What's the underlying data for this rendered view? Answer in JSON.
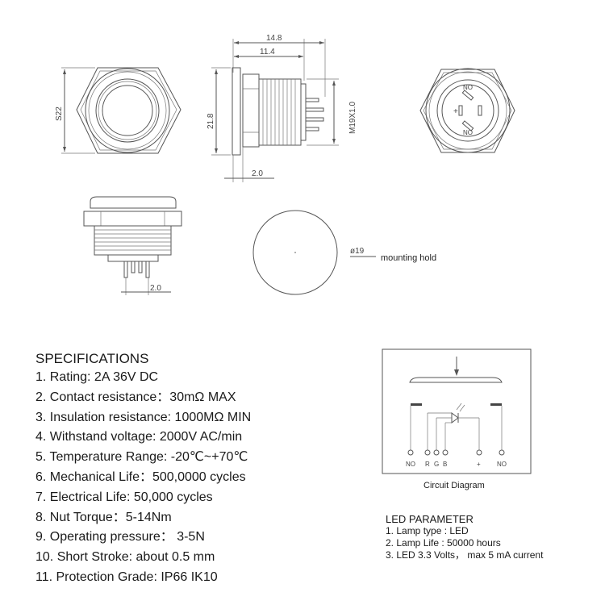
{
  "dimensions": {
    "width_outer": "14.8",
    "width_inner": "11.4",
    "hex_size": "S22",
    "body_diameter": "21.8",
    "thread": "M19X1.0",
    "pin_spacing_top": "2.0",
    "pin_spacing_bottom": "2.0",
    "hole_diameter": "ø19"
  },
  "labels": {
    "mounting": "mounting hold",
    "circuit_caption": "Circuit Diagram",
    "terminal_no_top": "NO",
    "terminal_no_bottom": "NO",
    "terminal_plus": "+"
  },
  "circuit": {
    "terminals": [
      "NO",
      "R",
      "G",
      "B",
      "+",
      "NO"
    ]
  },
  "specs": {
    "title": "SPECIFICATIONS",
    "items": [
      "1. Rating: 2A 36V DC",
      "2. Contact resistance：30mΩ MAX",
      "3. Insulation resistance: 1000MΩ MIN",
      "4. Withstand voltage: 2000V AC/min",
      "5. Temperature Range: -20℃~+70℃",
      "6. Mechanical Life：500,0000 cycles",
      "7. Electrical Life:   50,000 cycles",
      "8. Nut Torque：5-14Nm",
      "9. Operating pressure：  3-5N",
      "10. Short Stroke: about 0.5 mm",
      "11. Protection Grade: IP66 IK10"
    ]
  },
  "led": {
    "title": "LED PARAMETER",
    "items": [
      "1. Lamp type : LED",
      "2. Lamp Life :   50000 hours",
      "3. LED 3.3 Volts，  max 5 mA current"
    ]
  }
}
